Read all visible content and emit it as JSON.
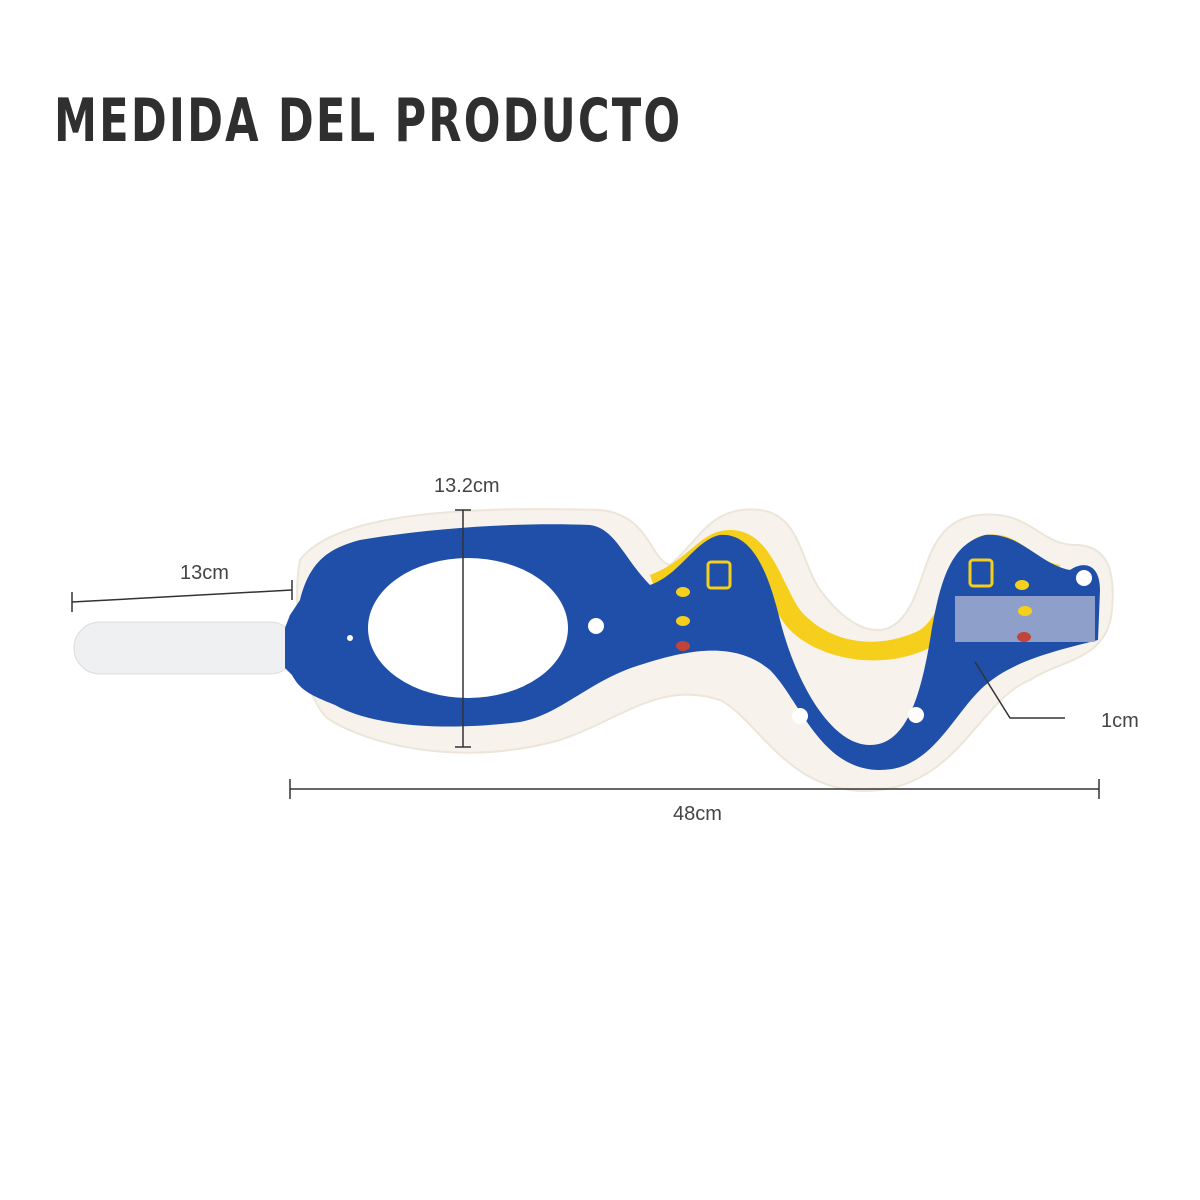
{
  "header": {
    "title": "MEDIDA DEL PRODUCTO"
  },
  "dimensions": {
    "strap_length": "13cm",
    "height": "13.2cm",
    "padding_thickness": "1cm",
    "total_length": "48cm"
  },
  "colors": {
    "shell": "#1f4fa8",
    "padding": "#f7f3ec",
    "foam": "#f5cf1c",
    "velcro": "#9aa9cc"
  }
}
